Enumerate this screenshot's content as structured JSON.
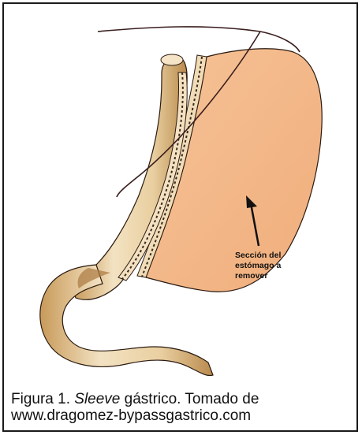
{
  "figure": {
    "annotation": "Sección del\nestómago a\nremover",
    "caption": {
      "prefix": "Figura 1. ",
      "italic": "Sleeve",
      "suffix": " gástrico. Tomado de",
      "line2": "www.dragomez-bypassgastrico.com"
    }
  },
  "colors": {
    "removed_section": "#f4b887",
    "sleeve_tube": "#ecd3a8",
    "sleeve_shadow": "#c89a5a",
    "outline": "#2a1a10",
    "staple_line": "#3a2a1e"
  }
}
